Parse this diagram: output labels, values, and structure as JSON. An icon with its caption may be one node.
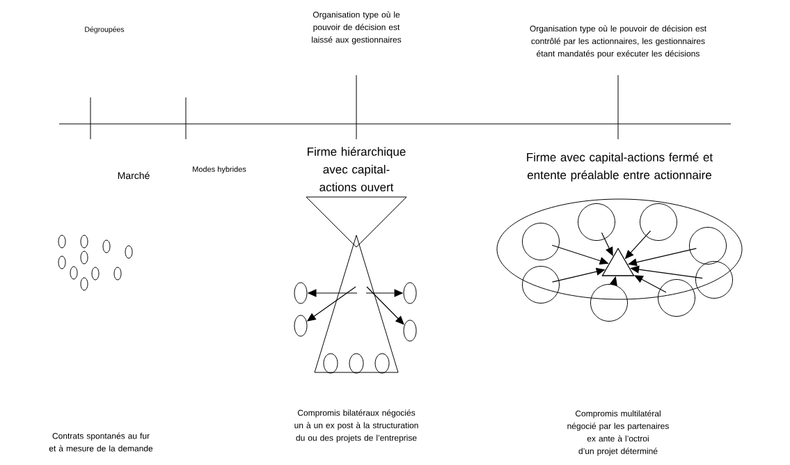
{
  "diagram": {
    "nodes": [
      {
        "text": [],
        "shape": "circle"
      },
      {
        "text": [],
        "shape": "circle"
      },
      {
        "text": [],
        "shape": "circle"
      },
      {
        "text": [],
        "shape": "circle"
      },
      {
        "text": [],
        "shape": "circle"
      },
      {
        "text": [],
        "shape": "circle"
      },
      {
        "text": [],
        "shape": "circle"
      },
      {
        "text": [],
        "shape": "circle"
      },
      {
        "text": [],
        "shape": "circle"
      },
      {
        "text": [],
        "shape": "circle"
      },
      {
        "text": [],
        "shape": "circle"
      },
      {
        "text": [],
        "shape": "circle"
      },
      {
        "text": [],
        "shape": "triangle"
      }
    ],
    "edges": [
      {
        "from": null,
        "to": 0,
        "arrow": "to"
      },
      {
        "from": null,
        "to": 1,
        "arrow": "to"
      },
      {
        "from": null,
        "to": 2,
        "arrow": "to"
      },
      {
        "from": null,
        "to": 3,
        "arrow": "to"
      },
      {
        "from": 4,
        "to": 12,
        "arrow": "to"
      },
      {
        "from": 5,
        "to": 12,
        "arrow": "to"
      },
      {
        "from": 6,
        "to": 12,
        "arrow": "to"
      },
      {
        "from": 7,
        "to": 12,
        "arrow": "to"
      },
      {
        "from": 8,
        "to": 12,
        "arrow": "to"
      },
      {
        "from": 9,
        "to": 12,
        "arrow": "to"
      },
      {
        "from": 10,
        "to": 12,
        "arrow": "to"
      },
      {
        "from": 11,
        "to": 12,
        "arrow": "to"
      }
    ],
    "labels": [
      "Dégroupées",
      "Organisation type où le pouvoir de décision est laissé aux gestionnaires",
      "Organisation type où le pouvoir de décision est contrôlé par les actionnaires, les gestionnaires étant mandatés pour exécuter les décisions",
      "Marché",
      "Modes hybrides",
      "Firme hiérarchique avec capital-actions ouvert",
      "Firme avec capital-actions fermé et entente préalable entre actionnaire",
      "Contrats spontanés au fur et à mesure de la demande",
      "Compromis bilatéraux négociés un à un ex post à la structuration du ou des projets de l’entreprise",
      "Compromis multilatéral négocié par les partenaires ex ante à l’octroi d’un projet déterminé"
    ]
  }
}
